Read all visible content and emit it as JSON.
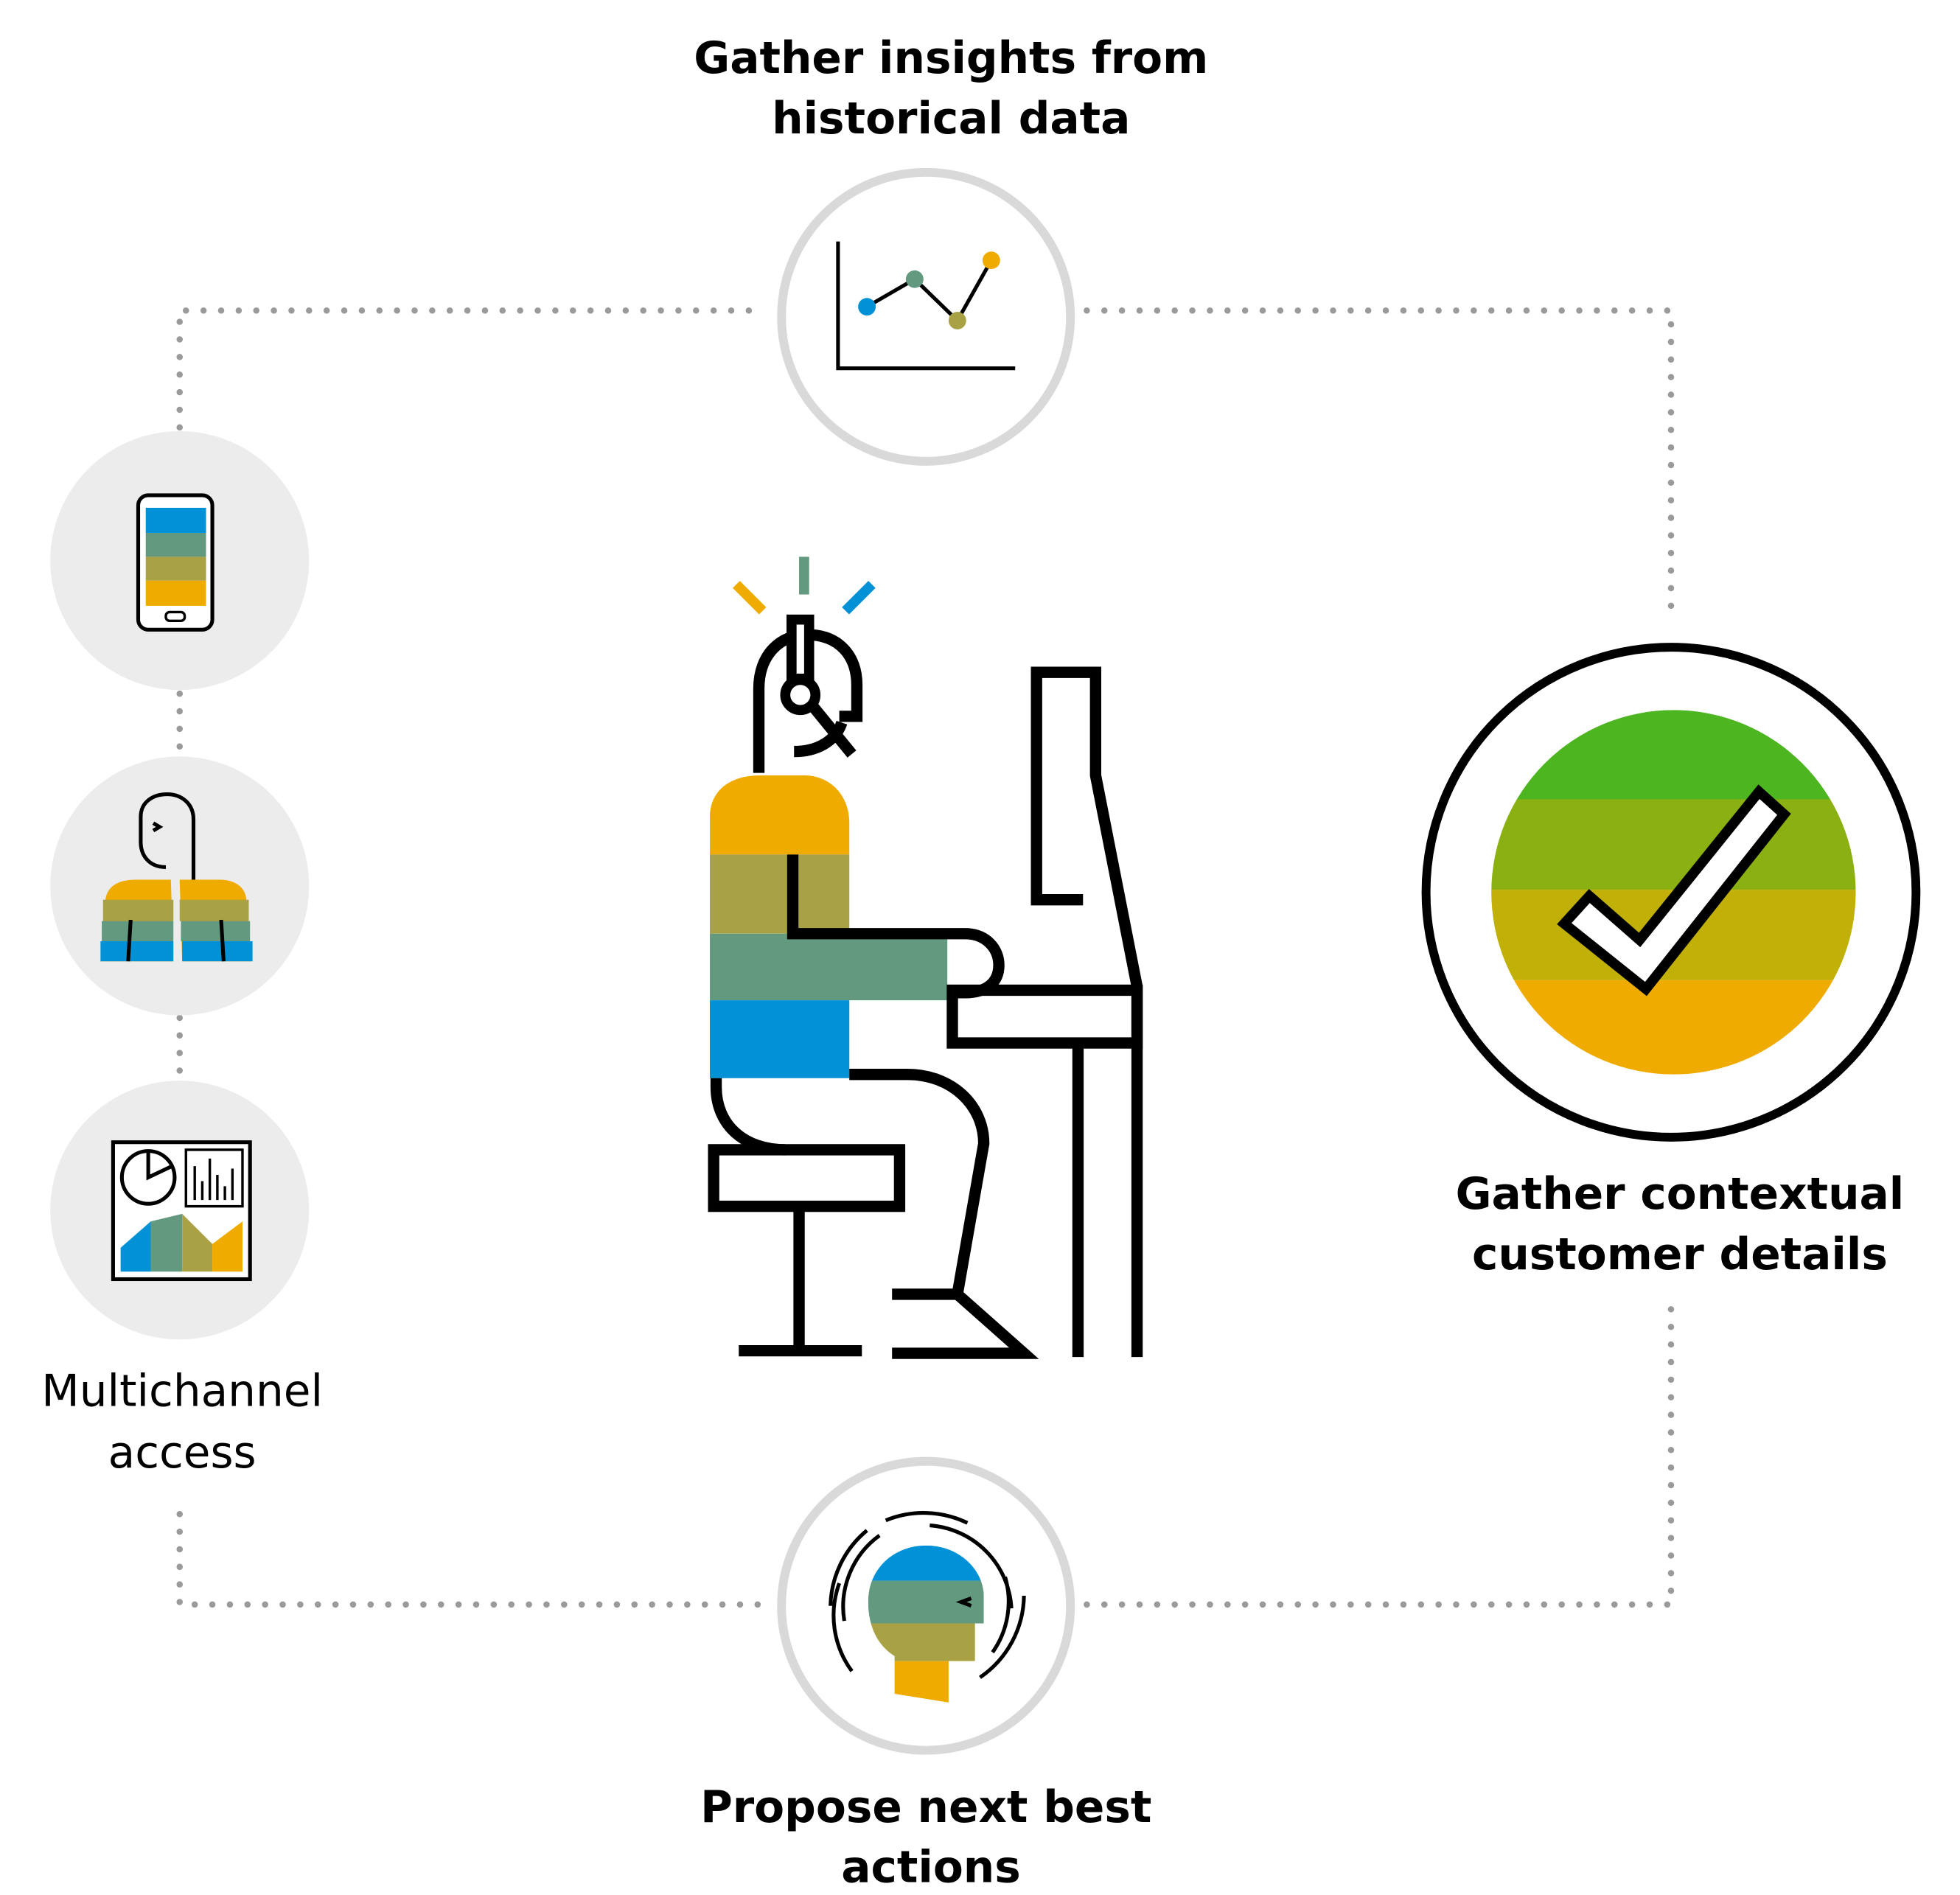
{
  "labels": {
    "top": [
      "Gather insights from",
      "historical data"
    ],
    "right": [
      "Gather contextual",
      "customer details"
    ],
    "bottom": [
      "Propose next best",
      "actions"
    ],
    "left": [
      "Multichannel",
      "access"
    ]
  },
  "icons": {
    "top": "line-chart-icon",
    "right": "checkmark-icon",
    "bottom": "thinking-head-icon",
    "left": [
      "smartphone-icon",
      "people-icon",
      "dashboard-icon"
    ],
    "center": "agent-at-computer-illustration"
  },
  "colors": {
    "blue": "#0091d6",
    "teal": "#62997f",
    "olive": "#a8a244",
    "orange": "#f0ab00",
    "green": "#4cb520",
    "lime": "#8ab012",
    "mustard": "#c0b008",
    "ring_grey": "#d9d9d9",
    "fill_grey": "#ececec",
    "dots": "#9a9a9a"
  }
}
